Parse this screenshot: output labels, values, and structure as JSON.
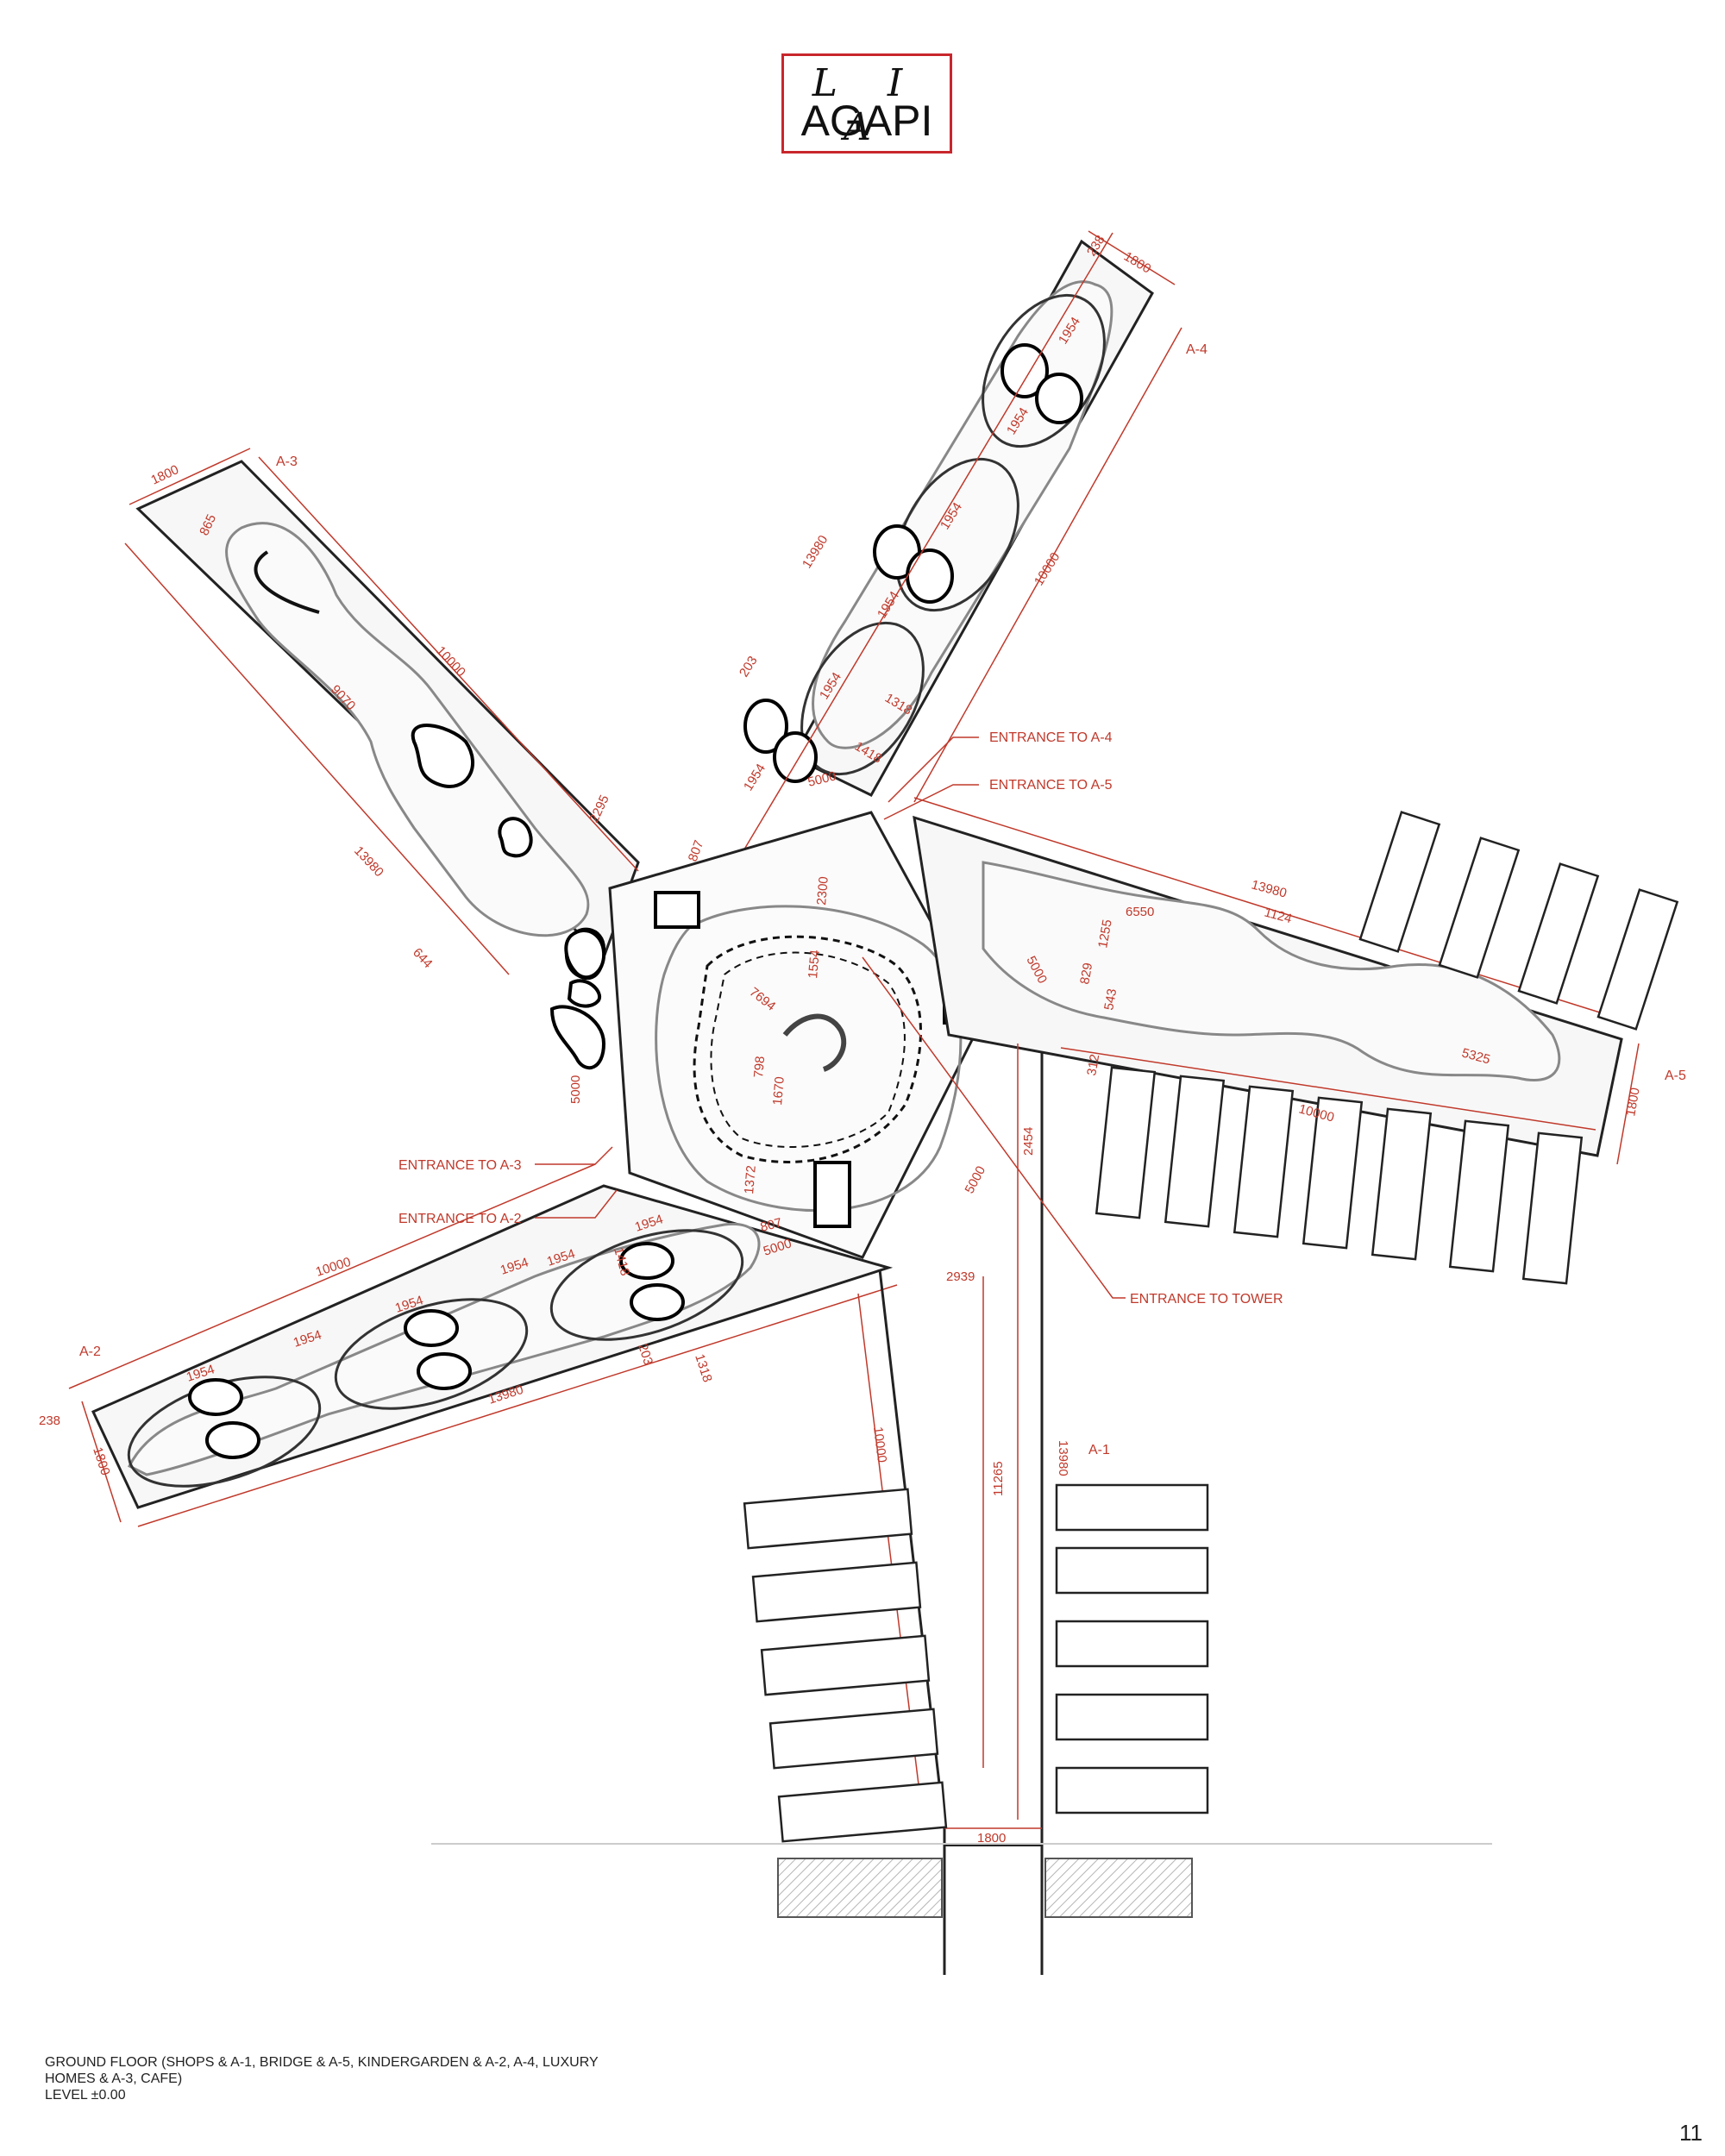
{
  "logo": {
    "script": "L I A",
    "word": "AGAPI"
  },
  "wings": {
    "a1": "A-1",
    "a2": "A-2",
    "a3": "A-3",
    "a4": "A-4",
    "a5": "A-5"
  },
  "entrances": {
    "a4": "ENTRANCE TO A-4",
    "a5": "ENTRANCE TO A-5",
    "a3": "ENTRANCE TO A-3",
    "a2": "ENTRANCE TO A-2",
    "tower": "ENTRANCE TO TOWER"
  },
  "dimensions": {
    "a4_238": "238",
    "a4_1800": "1800",
    "a4_13980": "13980",
    "a4_10000": "10000",
    "a4_1954_a": "1954",
    "a4_1954_b": "1954",
    "a4_1954_c": "1954",
    "a4_1954_d": "1954",
    "a4_1954_e": "1954",
    "a4_1954_f": "1954",
    "a4_203": "203",
    "a4_1318": "1318",
    "a4_1418": "1418",
    "a4_5000": "5000",
    "a3_1800": "1800",
    "a3_865": "865",
    "a3_10000": "10000",
    "a3_9070": "9070",
    "a3_13980": "13980",
    "a3_644": "644",
    "a3_2295": "2295",
    "c_807_top": "807",
    "c_2300": "2300",
    "c_1554": "1554",
    "c_7694": "7694",
    "c_798": "798",
    "c_1670": "1670",
    "c_1372": "1372",
    "c_5000_left": "5000",
    "c_5000_right": "5000",
    "c_5000_lower": "5000",
    "c_807_bottom": "807",
    "a5_13980": "13980",
    "a5_1124": "1124",
    "a5_6550": "6550",
    "a5_1255": "1255",
    "a5_829": "829",
    "a5_543": "543",
    "a5_312": "312",
    "a5_5325": "5325",
    "a5_10000": "10000",
    "a5_1800": "1800",
    "a5_2454": "2454",
    "a2_10000": "10000",
    "a2_1418": "1418",
    "a2_1954_a": "1954",
    "a2_1954_b": "1954",
    "a2_1954_c": "1954",
    "a2_1954_d": "1954",
    "a2_1954_e": "1954",
    "a2_1954_f": "1954",
    "a2_5000": "5000",
    "a2_238": "238",
    "a2_1800": "1800",
    "a2_13980": "13980",
    "a2_203": "203",
    "a2_1318": "1318",
    "a1_2939": "2939",
    "a1_10000": "10000",
    "a1_13980": "13980",
    "a1_11265": "11265",
    "a1_1800": "1800"
  },
  "caption": {
    "line1": "GROUND FLOOR (SHOPS & A-1, BRIDGE & A-5, KINDERGARDEN & A-2, A-4, LUXURY",
    "line2": "HOMES & A-3, CAFE)",
    "line3": "LEVEL ±0.00"
  },
  "page_number": "11",
  "colors": {
    "dimension": "#c0392b",
    "logo_border": "#c8262c",
    "line": "#222222"
  }
}
